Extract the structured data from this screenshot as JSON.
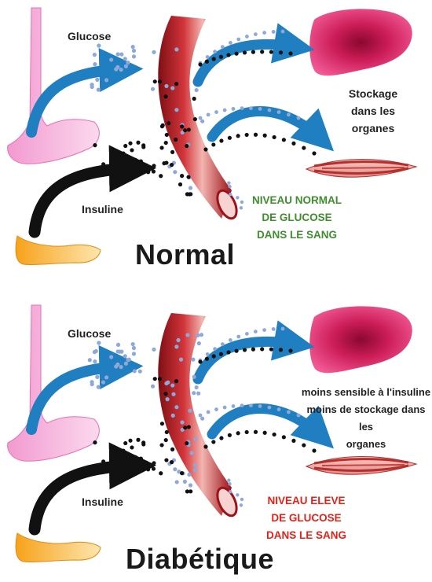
{
  "normal": {
    "glucose_label": "Glucose",
    "insulin_label": "Insuline",
    "storage_label": [
      "Stockage",
      "dans les",
      "organes"
    ],
    "status_lines": [
      "NIVEAU NORMAL",
      "DE GLUCOSE",
      "DANS LE SANG"
    ],
    "status_color": "#3e8e2e",
    "title": "Normal"
  },
  "diabetic": {
    "glucose_label": "Glucose",
    "insulin_label": "Insuline",
    "storage_label": [
      "moins sensible à l'insuline",
      "moins de stockage dans les",
      "organes"
    ],
    "status_lines": [
      "NIVEAU ELEVE",
      "DE GLUCOSE",
      "DANS LE SANG"
    ],
    "status_color": "#e2231a",
    "title": "Diabétique"
  },
  "colors": {
    "arrow_blue": "#1f7fc0",
    "arrow_black": "#111111",
    "vessel": "#b81d24",
    "liver": "#d01f5e",
    "stomach": "#f27fbf",
    "glucose_dot": "#8ea8d8",
    "insulin_dot": "#111111"
  }
}
